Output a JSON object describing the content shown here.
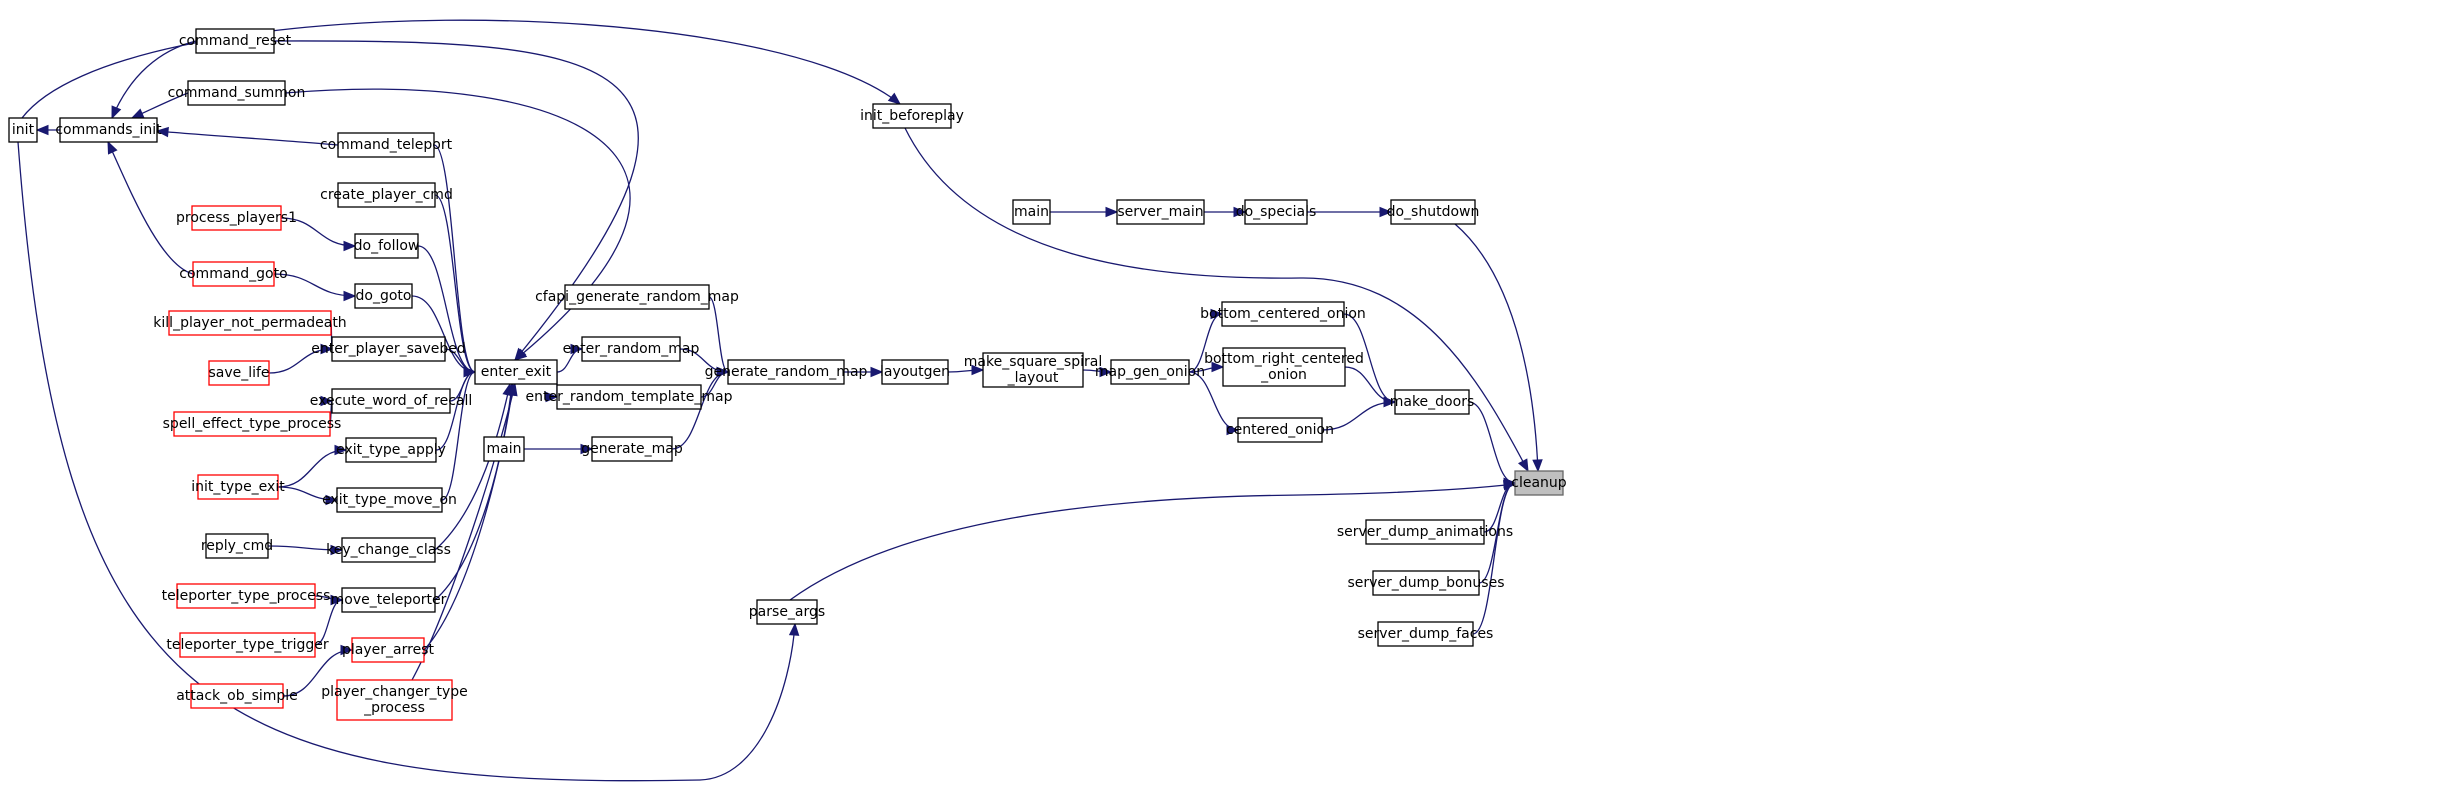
{
  "graph": {
    "title": "",
    "colors": {
      "edge": "#191970",
      "node_border": "#000000",
      "truncated_border": "#ff0000",
      "root_fill": "#bfbfbf"
    },
    "nodes": [
      {
        "id": "init",
        "label": "init"
      },
      {
        "id": "commands_init",
        "label": "commands_init"
      },
      {
        "id": "command_reset",
        "label": "command_reset"
      },
      {
        "id": "command_summon",
        "label": "command_summon"
      },
      {
        "id": "command_teleport",
        "label": "command_teleport"
      },
      {
        "id": "create_player_cmd",
        "label": "create_player_cmd"
      },
      {
        "id": "process_players1",
        "label": "process_players1",
        "truncated": true
      },
      {
        "id": "do_follow",
        "label": "do_follow"
      },
      {
        "id": "command_goto",
        "label": "command_goto",
        "truncated": true
      },
      {
        "id": "do_goto",
        "label": "do_goto"
      },
      {
        "id": "kill_player_not_permadeath",
        "label": "kill_player_not_permadeath",
        "truncated": true
      },
      {
        "id": "enter_player_savebed",
        "label": "enter_player_savebed"
      },
      {
        "id": "save_life",
        "label": "save_life",
        "truncated": true
      },
      {
        "id": "spell_effect_type_process",
        "label": "spell_effect_type_process",
        "truncated": true
      },
      {
        "id": "execute_word_of_recall",
        "label": "execute_word_of_recall"
      },
      {
        "id": "exit_type_apply",
        "label": "exit_type_apply"
      },
      {
        "id": "init_type_exit",
        "label": "init_type_exit",
        "truncated": true
      },
      {
        "id": "exit_type_move_on",
        "label": "exit_type_move_on"
      },
      {
        "id": "reply_cmd",
        "label": "reply_cmd"
      },
      {
        "id": "key_change_class",
        "label": "key_change_class"
      },
      {
        "id": "teleporter_type_process",
        "label": "teleporter_type_process",
        "truncated": true
      },
      {
        "id": "move_teleporter",
        "label": "move_teleporter"
      },
      {
        "id": "teleporter_type_trigger",
        "label": "teleporter_type_trigger",
        "truncated": true
      },
      {
        "id": "player_arrest",
        "label": "player_arrest",
        "truncated": true
      },
      {
        "id": "attack_ob_simple",
        "label": "attack_ob_simple",
        "truncated": true
      },
      {
        "id": "player_changer_type_process",
        "label": "player_changer_type",
        "label2": "_process",
        "truncated": true
      },
      {
        "id": "enter_exit",
        "label": "enter_exit"
      },
      {
        "id": "cfapi_generate_random_map",
        "label": "cfapi_generate_random_map"
      },
      {
        "id": "enter_random_map",
        "label": "enter_random_map"
      },
      {
        "id": "enter_random_template_map",
        "label": "enter_random_template_map"
      },
      {
        "id": "main_a",
        "label": "main"
      },
      {
        "id": "generate_map",
        "label": "generate_map"
      },
      {
        "id": "generate_random_map",
        "label": "generate_random_map"
      },
      {
        "id": "layoutgen",
        "label": "layoutgen"
      },
      {
        "id": "make_square_spiral_layout",
        "label": "make_square_spiral",
        "label2": "_layout"
      },
      {
        "id": "map_gen_onion",
        "label": "map_gen_onion"
      },
      {
        "id": "bottom_centered_onion",
        "label": "bottom_centered_onion"
      },
      {
        "id": "bottom_right_centered_onion",
        "label": "bottom_right_centered",
        "label2": "_onion"
      },
      {
        "id": "centered_onion",
        "label": "centered_onion"
      },
      {
        "id": "make_doors",
        "label": "make_doors"
      },
      {
        "id": "init_beforeplay",
        "label": "init_beforeplay"
      },
      {
        "id": "main_b",
        "label": "main"
      },
      {
        "id": "server_main",
        "label": "server_main"
      },
      {
        "id": "do_specials",
        "label": "do_specials"
      },
      {
        "id": "do_shutdown",
        "label": "do_shutdown"
      },
      {
        "id": "parse_args",
        "label": "parse_args"
      },
      {
        "id": "server_dump_animations",
        "label": "server_dump_animations"
      },
      {
        "id": "server_dump_bonuses",
        "label": "server_dump_bonuses"
      },
      {
        "id": "server_dump_faces",
        "label": "server_dump_faces"
      },
      {
        "id": "cleanup",
        "label": "cleanup",
        "root": true
      }
    ],
    "edges": [
      {
        "from": "commands_init",
        "to": "init"
      },
      {
        "from": "command_reset",
        "to": "commands_init"
      },
      {
        "from": "command_summon",
        "to": "commands_init"
      },
      {
        "from": "command_teleport",
        "to": "commands_init"
      },
      {
        "from": "command_goto",
        "to": "commands_init"
      },
      {
        "from": "process_players1",
        "to": "do_follow"
      },
      {
        "from": "command_goto",
        "to": "do_goto"
      },
      {
        "from": "kill_player_not_permadeath",
        "to": "enter_player_savebed"
      },
      {
        "from": "save_life",
        "to": "enter_player_savebed"
      },
      {
        "from": "spell_effect_type_process",
        "to": "execute_word_of_recall"
      },
      {
        "from": "init_type_exit",
        "to": "exit_type_apply"
      },
      {
        "from": "init_type_exit",
        "to": "exit_type_move_on"
      },
      {
        "from": "reply_cmd",
        "to": "key_change_class"
      },
      {
        "from": "teleporter_type_process",
        "to": "move_teleporter"
      },
      {
        "from": "teleporter_type_trigger",
        "to": "move_teleporter"
      },
      {
        "from": "attack_ob_simple",
        "to": "player_arrest"
      },
      {
        "from": "command_reset",
        "to": "enter_exit"
      },
      {
        "from": "command_summon",
        "to": "enter_exit"
      },
      {
        "from": "command_teleport",
        "to": "enter_exit"
      },
      {
        "from": "create_player_cmd",
        "to": "enter_exit"
      },
      {
        "from": "do_follow",
        "to": "enter_exit"
      },
      {
        "from": "do_goto",
        "to": "enter_exit"
      },
      {
        "from": "enter_player_savebed",
        "to": "enter_exit"
      },
      {
        "from": "execute_word_of_recall",
        "to": "enter_exit"
      },
      {
        "from": "exit_type_apply",
        "to": "enter_exit"
      },
      {
        "from": "exit_type_move_on",
        "to": "enter_exit"
      },
      {
        "from": "key_change_class",
        "to": "enter_exit"
      },
      {
        "from": "move_teleporter",
        "to": "enter_exit"
      },
      {
        "from": "player_arrest",
        "to": "enter_exit"
      },
      {
        "from": "player_changer_type_process",
        "to": "enter_exit"
      },
      {
        "from": "enter_exit",
        "to": "enter_random_map"
      },
      {
        "from": "enter_exit",
        "to": "enter_random_template_map"
      },
      {
        "from": "main_a",
        "to": "generate_map"
      },
      {
        "from": "cfapi_generate_random_map",
        "to": "generate_random_map"
      },
      {
        "from": "enter_random_map",
        "to": "generate_random_map"
      },
      {
        "from": "enter_random_template_map",
        "to": "generate_random_map"
      },
      {
        "from": "generate_map",
        "to": "generate_random_map"
      },
      {
        "from": "generate_random_map",
        "to": "layoutgen"
      },
      {
        "from": "layoutgen",
        "to": "make_square_spiral_layout"
      },
      {
        "from": "make_square_spiral_layout",
        "to": "map_gen_onion"
      },
      {
        "from": "map_gen_onion",
        "to": "bottom_centered_onion"
      },
      {
        "from": "map_gen_onion",
        "to": "bottom_right_centered_onion"
      },
      {
        "from": "map_gen_onion",
        "to": "centered_onion"
      },
      {
        "from": "bottom_centered_onion",
        "to": "make_doors"
      },
      {
        "from": "bottom_right_centered_onion",
        "to": "make_doors"
      },
      {
        "from": "centered_onion",
        "to": "make_doors"
      },
      {
        "from": "main_b",
        "to": "server_main"
      },
      {
        "from": "server_main",
        "to": "do_specials"
      },
      {
        "from": "do_specials",
        "to": "do_shutdown"
      },
      {
        "from": "init",
        "to": "init_beforeplay"
      },
      {
        "from": "init",
        "to": "parse_args"
      },
      {
        "from": "init_beforeplay",
        "to": "cleanup"
      },
      {
        "from": "do_shutdown",
        "to": "cleanup"
      },
      {
        "from": "make_doors",
        "to": "cleanup"
      },
      {
        "from": "parse_args",
        "to": "cleanup"
      },
      {
        "from": "server_dump_animations",
        "to": "cleanup"
      },
      {
        "from": "server_dump_bonuses",
        "to": "cleanup"
      },
      {
        "from": "server_dump_faces",
        "to": "cleanup"
      }
    ]
  }
}
